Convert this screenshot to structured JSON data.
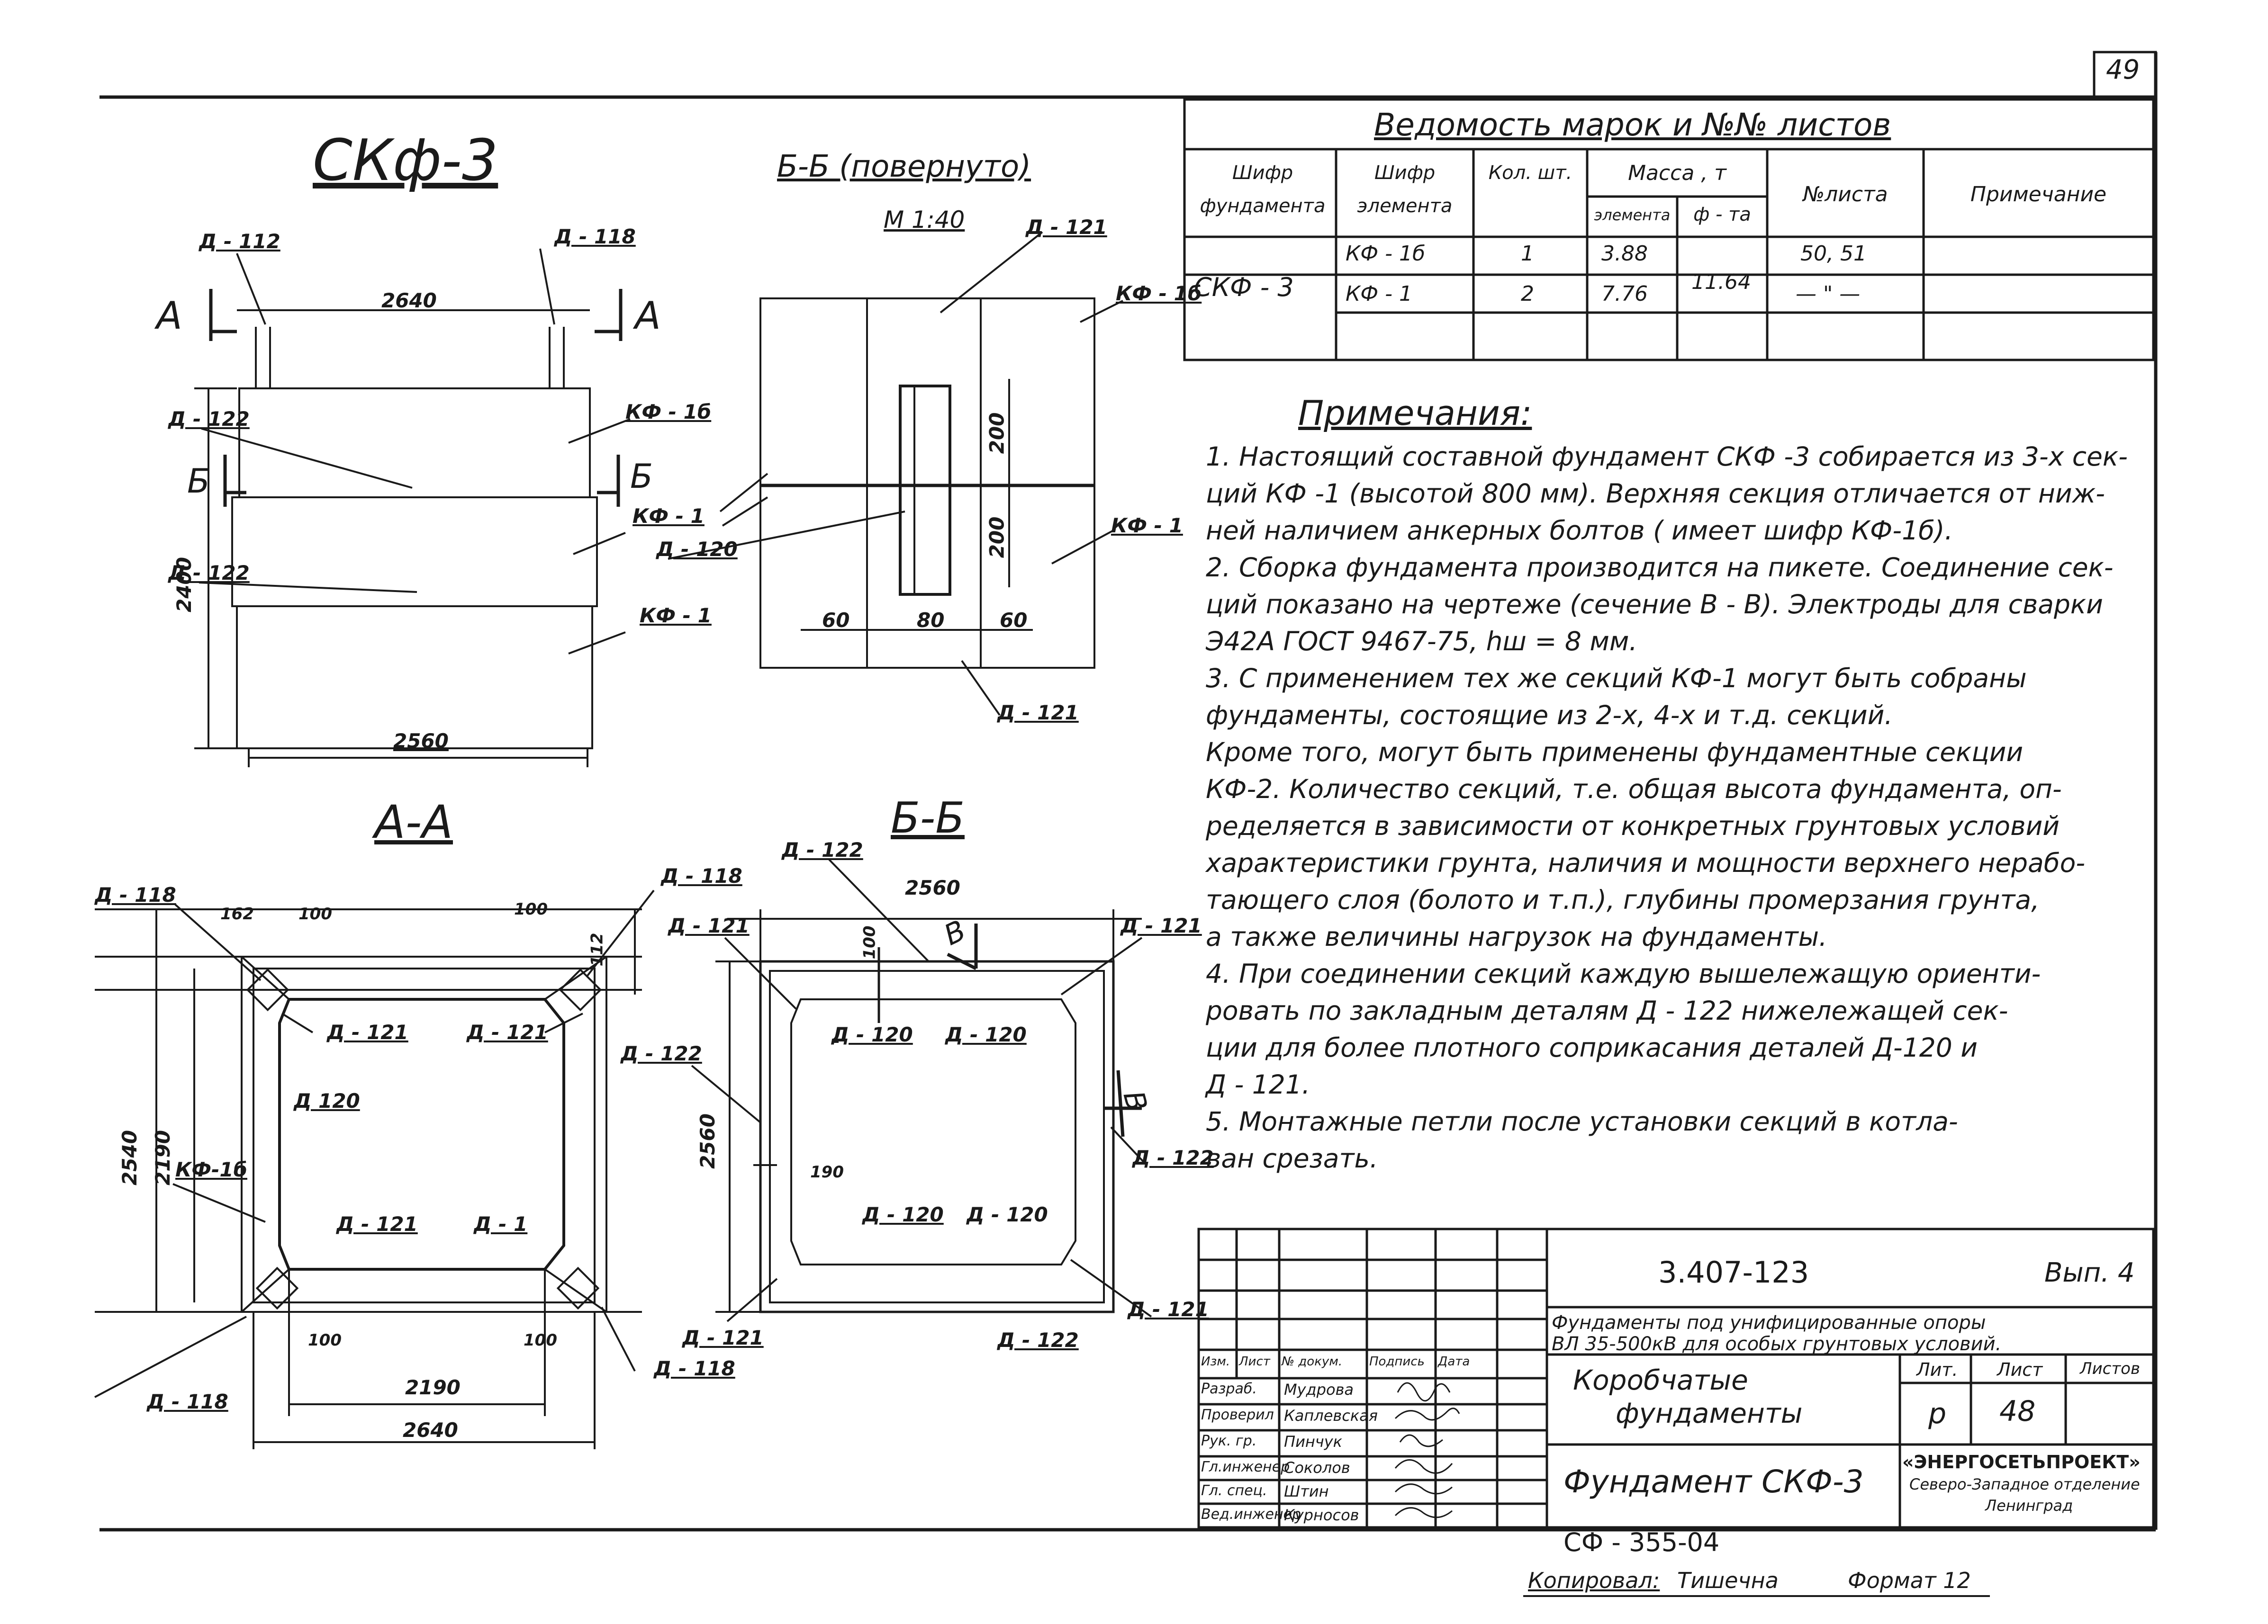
{
  "sheet_number": "49",
  "views": {
    "main_title": "СКф-3",
    "section_bb_title": "Б-Б (повернуто)",
    "scale": "М 1:40",
    "aa_title": "А-А",
    "bb_plan_title": "Б-Б",
    "section_mark_a": "А",
    "section_mark_b": "Б",
    "section_mark_v": "В"
  },
  "elevation_labels": {
    "d112": "Д - 112",
    "d118": "Д - 118",
    "d122_top": "Д - 122",
    "d122_bot": "Д - 122",
    "kf1b": "КФ - 1б",
    "kf1_a": "КФ - 1",
    "kf1_b": "КФ - 1",
    "dim_2640": "2640",
    "dim_2400": "2400",
    "dim_2560": "2560"
  },
  "section_labels": {
    "d121_top": "Д - 121",
    "d121_bot": "Д - 121",
    "d120": "Д - 120",
    "kf1b": "КФ - 1б",
    "kf1": "КФ - 1",
    "dim_200a": "200",
    "dim_200b": "200",
    "dim_60a": "60",
    "dim_80": "80",
    "dim_60b": "60"
  },
  "aa_labels": {
    "d118_tl": "Д - 118",
    "d118_tr": "Д - 118",
    "d118_bl": "Д - 118",
    "d118_br": "Д - 118",
    "d121_1": "Д - 121",
    "d121_2": "Д - 121",
    "d121_3": "Д - 121",
    "d121_4": "Д - 1",
    "d120": "Д 120",
    "kf1b": "КФ-1б",
    "dim_162": "162",
    "dim_100a": "100",
    "dim_100b": "100",
    "dim_100c": "100",
    "dim_100d": "100",
    "dim_112": "112",
    "dim_2540": "2540",
    "dim_2190v": "2190",
    "dim_2190": "2190",
    "dim_2640": "2640"
  },
  "bb_labels": {
    "d122_t": "Д - 122",
    "d122_l": "Д - 122",
    "d122_r": "Д - 122",
    "d122_b": "Д - 122",
    "d121_tl": "Д - 121",
    "d121_tr": "Д - 121",
    "d121_br": "Д - 121",
    "d121_bl": "Д - 121",
    "d120_1": "Д - 120",
    "d120_2": "Д - 120",
    "d120_3": "Д - 120",
    "d120_4": "Д - 120",
    "dim_2560": "2560",
    "dim_2560v": "2560",
    "dim_100": "100",
    "dim_190": "190"
  },
  "schedule": {
    "title": "Ведомость марок и №№ листов",
    "headers": {
      "shifr_f": "Шифр фундамента",
      "shifr_e": "Шифр элемента",
      "qty": "Кол. шт.",
      "mass": "Масса , т",
      "mass_el": "элемента",
      "mass_f": "ф - та",
      "sheets": "№листа",
      "note": "Примечание"
    },
    "foundation": "СКФ - 3",
    "mass_total": "11.64",
    "rows": [
      {
        "element": "КФ - 1б",
        "qty": "1",
        "mass": "3.88",
        "sheets": "50, 51"
      },
      {
        "element": "КФ - 1",
        "qty": "2",
        "mass": "7.76",
        "sheets": "— \" —"
      }
    ]
  },
  "notes": {
    "heading": "Примечания:",
    "lines": [
      "1. Настоящий составной фундамент СКФ -3 собирается из 3-х сек-",
      "ций КФ -1 (высотой 800 мм). Верхняя секция отличается от ниж-",
      "ней наличием анкерных болтов ( имеет шифр КФ-1б).",
      "2. Сборка фундамента производится на пикете. Соединение сек-",
      "ций показано на чертеже (сечение В - В). Электроды для сварки",
      "Э42А ГОСТ 9467-75, hш = 8 мм.",
      "3. С применением тех же секций КФ-1 могут быть собраны",
      "фундаменты, состоящие из 2-х, 4-х и т.д. секций.",
      "Кроме того, могут быть применены фундаментные секции",
      "КФ-2. Количество секций, т.е. общая высота фундамента, оп-",
      "ределяется в зависимости от конкретных грунтовых условий",
      "характеристики грунта, наличия и мощности верхнего нерабо-",
      "тающего слоя (болото и т.п.), глубины промерзания грунта,",
      "а также величины нагрузок на фундаменты.",
      "4. При соединении секций каждую вышележащую ориенти-",
      "ровать по закладным деталям Д - 122 нижележащей сек-",
      "ции для более плотного соприкасания деталей Д-120 и",
      "Д - 121.",
      "5. Монтажные петли после установки секций в котла-",
      "ван срезать."
    ]
  },
  "title_block": {
    "code": "3.407-123",
    "issue": "Вып. 4",
    "description_1": "Фундаменты под унифицированные опоры",
    "description_2": "ВЛ 35-500кВ для особых грунтовых условий.",
    "col_headers": [
      "Изм.",
      "Лист",
      "№ докум.",
      "Подпись",
      "Дата"
    ],
    "roles": [
      {
        "role": "Разраб.",
        "name": "Мудрова"
      },
      {
        "role": "Проверил",
        "name": "Каплевская"
      },
      {
        "role": "Рук. гр.",
        "name": "Пинчук"
      },
      {
        "role": "Гл.инженер",
        "name": "Соколов"
      },
      {
        "role": "Гл. спец.",
        "name": "Штин"
      },
      {
        "role": "Вед.инженер",
        "name": "Курносов"
      }
    ],
    "sheet_title_1": "Коробчатые",
    "sheet_title_2": "фундаменты",
    "stage_header": "Лит.",
    "sheet_header": "Лист",
    "sheets_header": "Листов",
    "stage": "р",
    "sheet": "48",
    "drawing_name": "Фундамент СКФ-3",
    "org_1": "«ЭНЕРГОСЕТЬПРОЕКТ»",
    "org_2": "Северо-Западное отделение",
    "org_3": "Ленинград"
  },
  "footer": {
    "archive_no": "СФ - 355-04",
    "copied_label": "Копировал:",
    "copied_name": "Тишечна",
    "format": "Формат 12"
  }
}
